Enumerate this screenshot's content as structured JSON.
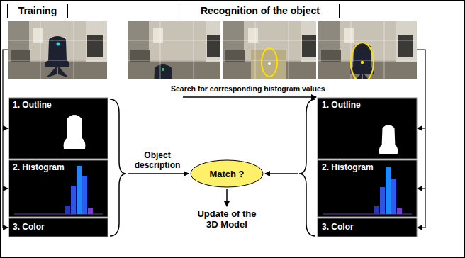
{
  "diagram": {
    "nodes": [
      {
        "text": [
          "Training"
        ]
      },
      {
        "text": [
          "Recognition of the object"
        ]
      },
      {
        "text": [
          "1. Outline"
        ]
      },
      {
        "text": [
          "2. Histogram"
        ]
      },
      {
        "text": [
          "3. Color"
        ]
      },
      {
        "text": [
          "Match ?"
        ]
      },
      {
        "text": [
          "1. Outline"
        ]
      },
      {
        "text": [
          "2. Histogram"
        ]
      },
      {
        "text": [
          "3. Color"
        ]
      }
    ],
    "labels": [
      "Search for corresponding histogram values",
      "Object description",
      "Update of the 3D Model"
    ]
  }
}
